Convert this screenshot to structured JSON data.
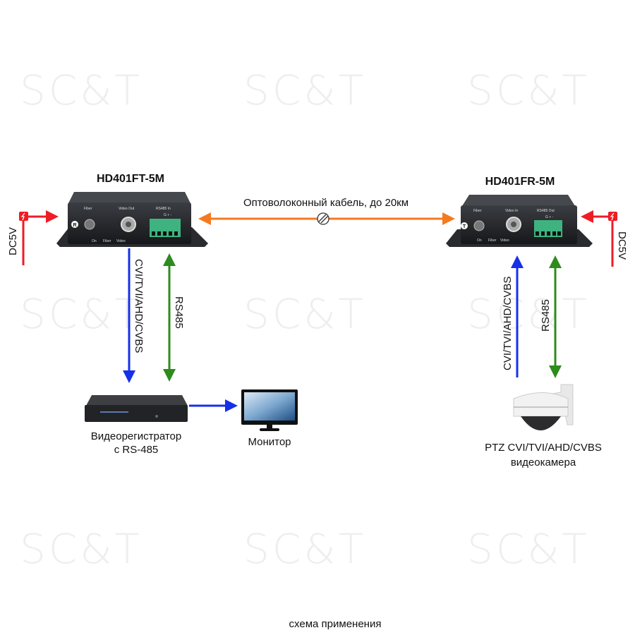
{
  "watermark": "SC&T",
  "colors": {
    "power": "#ee1c25",
    "fiber": "#f47a20",
    "video": "#1530e8",
    "rs485": "#2e8b1e"
  },
  "transmitter": {
    "title": "HD401FT-5M",
    "badge": "R",
    "ports": {
      "fiber": "Fiber",
      "video": "Video Out",
      "rs485": "RS485 In",
      "pins": "G + -"
    },
    "leds": [
      "On",
      "Fiber",
      "Video"
    ]
  },
  "receiver": {
    "title": "HD401FR-5M",
    "badge": "T",
    "ports": {
      "fiber": "Fiber",
      "video": "Video In",
      "rs485": "RS485 Out",
      "pins": "G + -"
    },
    "leds": [
      "On",
      "Fiber",
      "Video"
    ]
  },
  "power_left": {
    "label": "DC5V"
  },
  "power_right": {
    "label": "DC5V"
  },
  "fiber_cable": {
    "label": "Оптоволоконный кабель, до 20км"
  },
  "left_links": {
    "video": "CVI/TVI/AHD/CVBS",
    "rs485": "RS485"
  },
  "right_links": {
    "video": "CVI/TVI/AHD/CVBS",
    "rs485": "RS485"
  },
  "dvr": {
    "line1": "Видеорегистратор",
    "line2": "с RS-485"
  },
  "monitor": {
    "label": "Монитор"
  },
  "camera": {
    "line1": "PTZ CVI/TVI/AHD/CVBS",
    "line2": "видеокамера"
  },
  "footer": "схема применения"
}
